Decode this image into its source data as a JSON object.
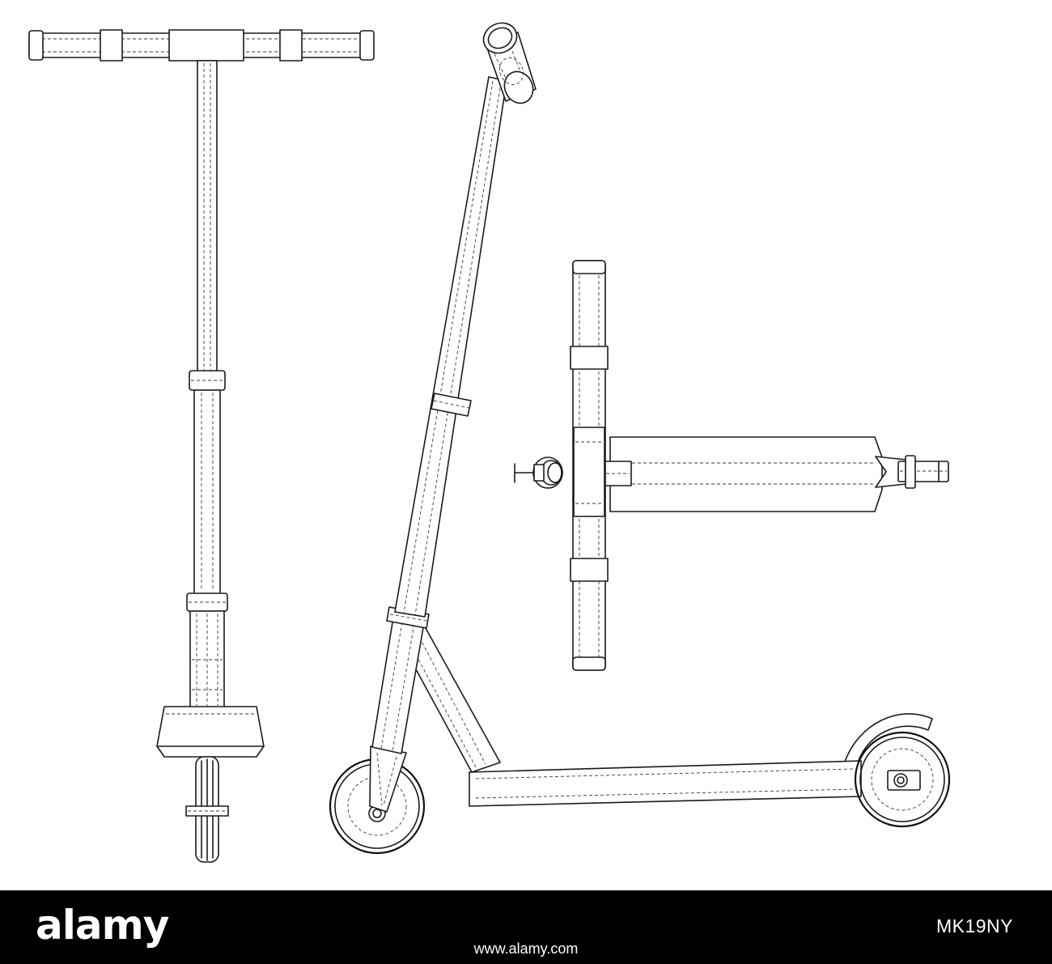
{
  "footer": {
    "brand": "alamy",
    "image_id": "MK19NY",
    "site": "www.alamy.com"
  },
  "colors": {
    "line": "#1a1a1a",
    "background": "#ffffff",
    "footer_background": "#000000",
    "footer_text": "#ffffff"
  },
  "views": [
    "front-view",
    "side-view",
    "top-view"
  ]
}
